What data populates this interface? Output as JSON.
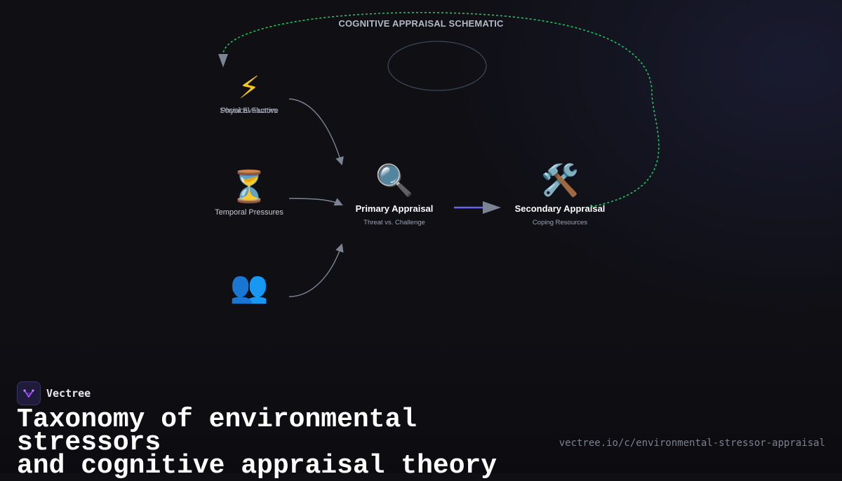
{
  "diagram": {
    "title": "COGNITIVE APPRAISAL SCHEMATIC",
    "nodes": {
      "physical": {
        "icon": "lightning-bolt-icon",
        "glyph": "⚡",
        "label_a": "Physical Factors",
        "label_b": "Social Evaluative"
      },
      "temporal": {
        "icon": "hourglass-icon",
        "glyph": "⏳",
        "label": "Temporal Pressures"
      },
      "social": {
        "icon": "people-icon",
        "glyph": "👥"
      },
      "primary": {
        "icon": "magnifier-icon",
        "glyph": "🔍",
        "label": "Primary Appraisal",
        "sub": "Threat vs. Challenge"
      },
      "secondary": {
        "icon": "tools-icon",
        "glyph": "🛠️",
        "label": "Secondary Appraisal",
        "sub": "Coping Resources"
      }
    },
    "colors": {
      "feedback_loop": "#22c55e",
      "main_arrow": "#6366f1",
      "connector": "#6b7280",
      "ellipse": "#3a4756"
    }
  },
  "footer": {
    "brand": "Vectree",
    "brand_icon": "vectree-logo-icon",
    "title_line1": "Taxonomy of environmental stressors",
    "title_line2": "and cognitive appraisal theory",
    "url": "vectree.io/c/environmental-stressor-appraisal"
  }
}
